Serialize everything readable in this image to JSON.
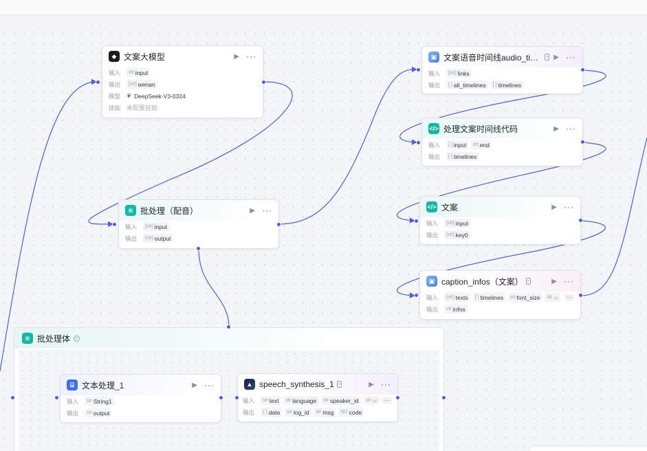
{
  "labels": {
    "input": "输入",
    "output": "输出",
    "model": "模型",
    "skill": "技能"
  },
  "types": {
    "str": "str",
    "arr_str": "[str]",
    "arr": "[ ]",
    "int": "int",
    "obj": "{ }",
    "num": "NU"
  },
  "nodes": {
    "llm": {
      "title": "文案大模型",
      "input": "input",
      "output": "wenan",
      "model": "DeepSeek-V3-0324",
      "skill": "未配置技能"
    },
    "batch_dub": {
      "title": "批处理（配音）",
      "input": "input",
      "output": "output"
    },
    "audio_timeline": {
      "title": "文案语音时间线audio_timeli···",
      "input": "links",
      "output1": "all_timelines",
      "output2": "timelines"
    },
    "code_timeline": {
      "title": "处理文案时间线代码",
      "input1": "input",
      "input2": "end",
      "output": "timelines"
    },
    "wenan": {
      "title": "文案",
      "input": "input",
      "output": "key0"
    },
    "caption": {
      "title": "caption_infos（文案）",
      "input1": "texts",
      "input2": "timelines",
      "input3": "font_size",
      "input4": "te",
      "output": "infos"
    },
    "batch_body": {
      "title": "批处理体",
      "info": "i"
    },
    "text_proc": {
      "title": "文本处理_1",
      "input": "String1",
      "output": "output"
    },
    "speech": {
      "title": "speech_synthesis_1",
      "input1": "text",
      "input2": "language",
      "input3": "speaker_id",
      "input4": "te",
      "out1": "data",
      "out2": "log_id",
      "out3": "msg",
      "out4": "code"
    }
  },
  "actions": {
    "run": "▶",
    "more": "···"
  },
  "colors": {
    "edge": "#4b5ee8",
    "teal": "#14b8a6",
    "blue": "#3b6df5"
  }
}
